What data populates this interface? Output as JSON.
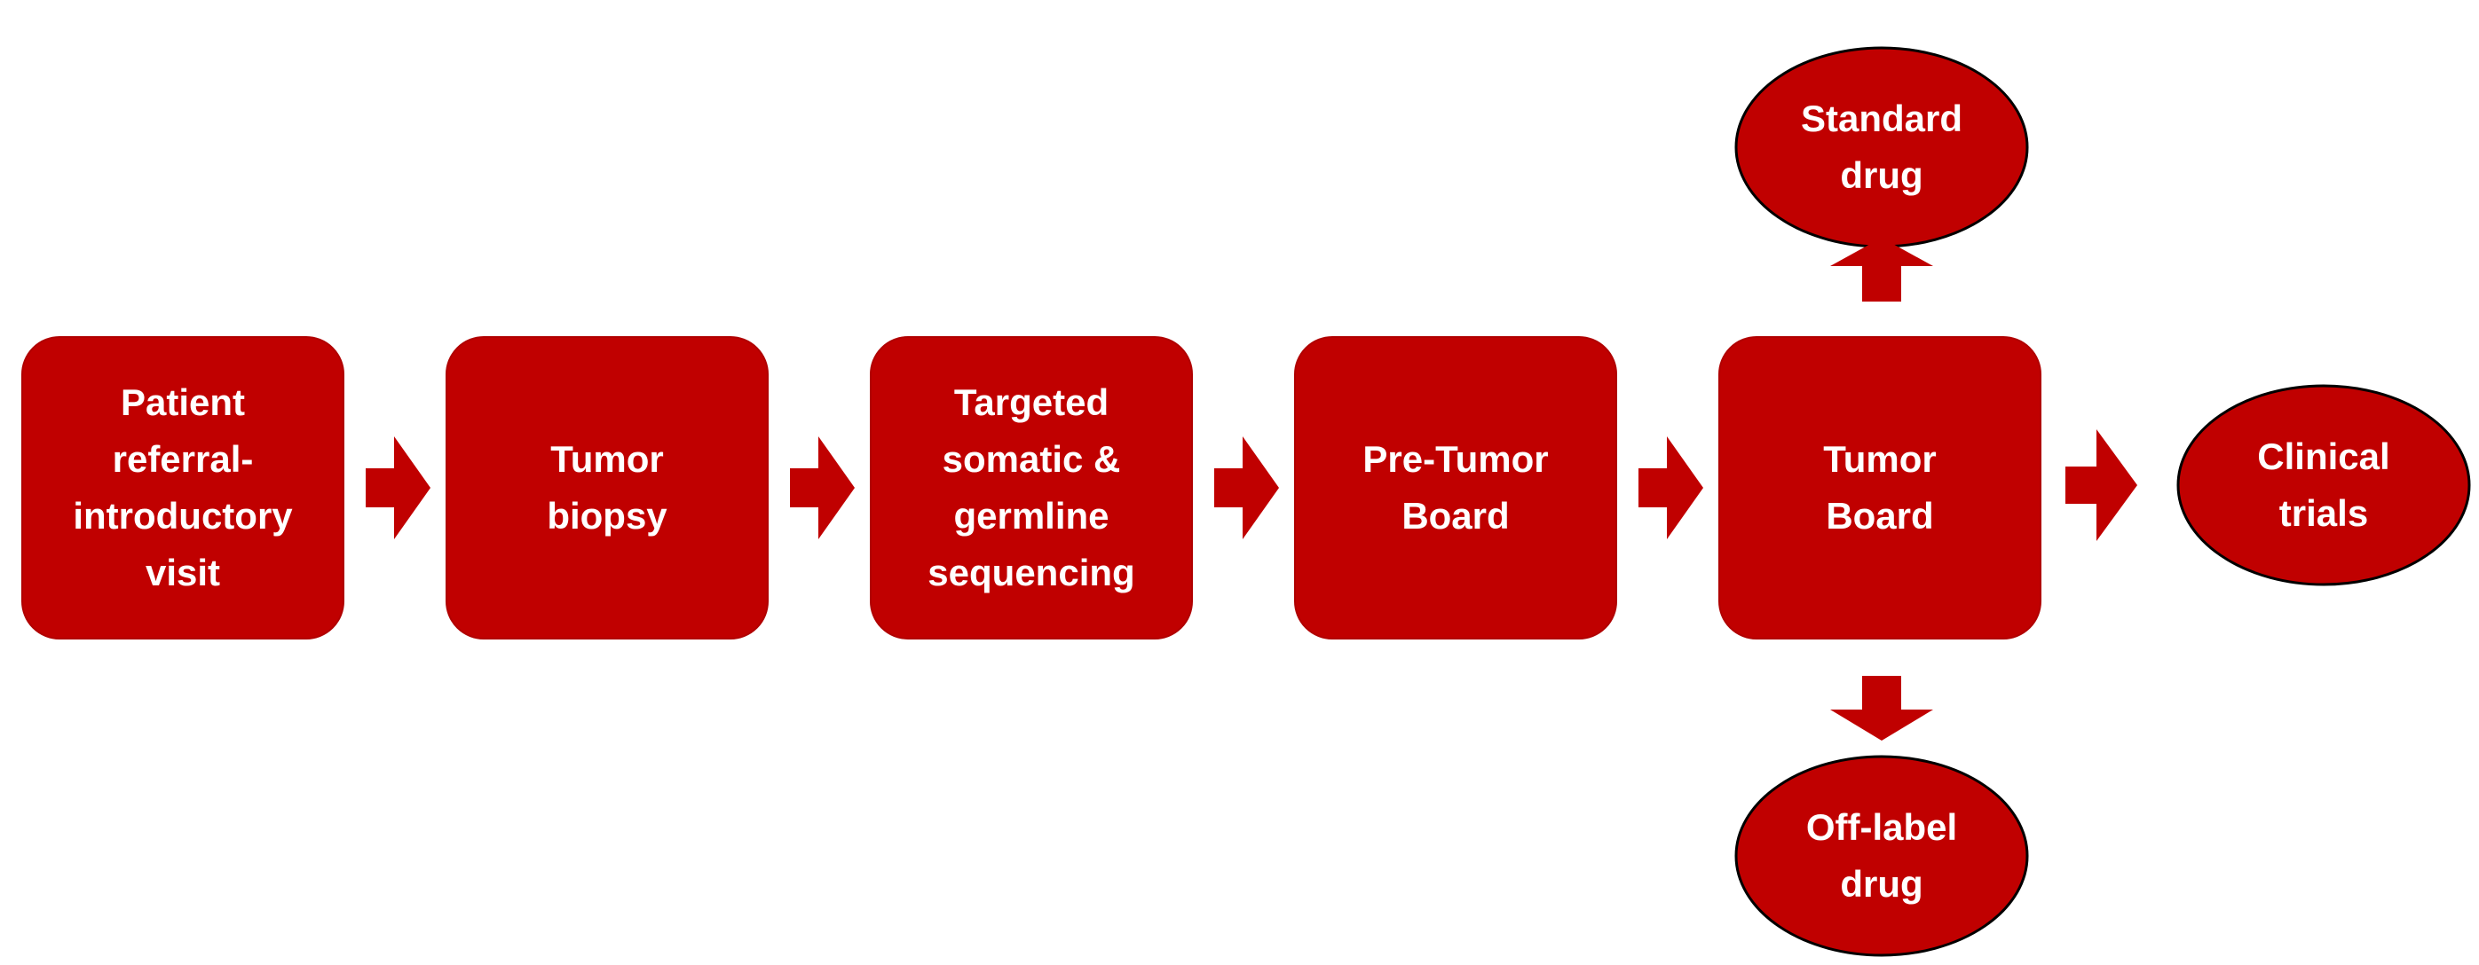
{
  "colors": {
    "node_fill": "#c00000",
    "node_stroke": "#b00000",
    "oval_stroke": "#000000",
    "arrow_fill": "#c00000",
    "text": "#ffffff"
  },
  "nodes": [
    {
      "id": "patient-referral",
      "shape": "rounded-rect",
      "lines": [
        "Patient",
        "referral-",
        "introductory",
        "visit"
      ]
    },
    {
      "id": "tumor-biopsy",
      "shape": "rounded-rect",
      "lines": [
        "Tumor",
        "biopsy"
      ]
    },
    {
      "id": "targeted-sequencing",
      "shape": "rounded-rect",
      "lines": [
        "Targeted",
        "somatic &",
        "germline",
        "sequencing"
      ]
    },
    {
      "id": "pre-tumor-board",
      "shape": "rounded-rect",
      "lines": [
        "Pre-Tumor",
        "Board"
      ]
    },
    {
      "id": "tumor-board",
      "shape": "rounded-rect",
      "lines": [
        "Tumor",
        "Board"
      ]
    },
    {
      "id": "standard-drug",
      "shape": "ellipse",
      "lines": [
        "Standard",
        "drug"
      ]
    },
    {
      "id": "clinical-trials",
      "shape": "ellipse",
      "lines": [
        "Clinical",
        "trials"
      ]
    },
    {
      "id": "off-label-drug",
      "shape": "ellipse",
      "lines": [
        "Off-label",
        "drug"
      ]
    }
  ],
  "edges": [
    {
      "from": "patient-referral",
      "to": "tumor-biopsy",
      "direction": "right"
    },
    {
      "from": "tumor-biopsy",
      "to": "targeted-sequencing",
      "direction": "right"
    },
    {
      "from": "targeted-sequencing",
      "to": "pre-tumor-board",
      "direction": "right"
    },
    {
      "from": "pre-tumor-board",
      "to": "tumor-board",
      "direction": "right"
    },
    {
      "from": "tumor-board",
      "to": "clinical-trials",
      "direction": "right"
    },
    {
      "from": "tumor-board",
      "to": "standard-drug",
      "direction": "up"
    },
    {
      "from": "tumor-board",
      "to": "off-label-drug",
      "direction": "down"
    }
  ]
}
